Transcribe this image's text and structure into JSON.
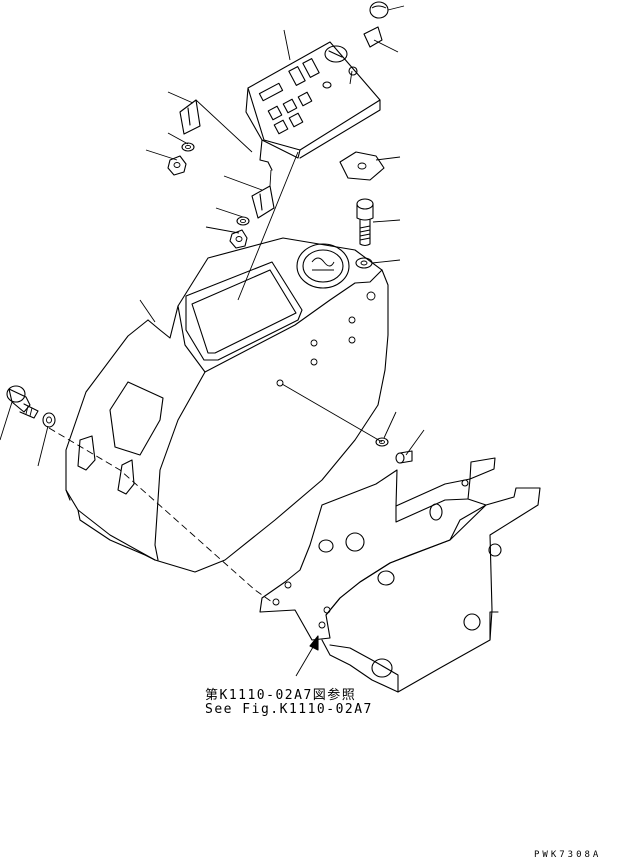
{
  "reference": {
    "japanese": "第K1110-02A7図参照",
    "english": "See Fig.K1110-02A7"
  },
  "drawing_code": "PWK7308A",
  "parts": [
    {
      "name": "knob",
      "icon": "knob-icon"
    },
    {
      "name": "switch-panel",
      "icon": "switch-panel-icon"
    },
    {
      "name": "key-switch",
      "icon": "key-switch-icon"
    },
    {
      "name": "bracket",
      "icon": "bracket-icon"
    },
    {
      "name": "washer",
      "icon": "washer-icon"
    },
    {
      "name": "nut",
      "icon": "nut-icon"
    },
    {
      "name": "plate",
      "icon": "plate-icon"
    },
    {
      "name": "screw",
      "icon": "screw-icon"
    },
    {
      "name": "cover",
      "icon": "cover-icon"
    },
    {
      "name": "bolt",
      "icon": "bolt-icon"
    },
    {
      "name": "base-frame",
      "icon": "frame-icon"
    }
  ]
}
